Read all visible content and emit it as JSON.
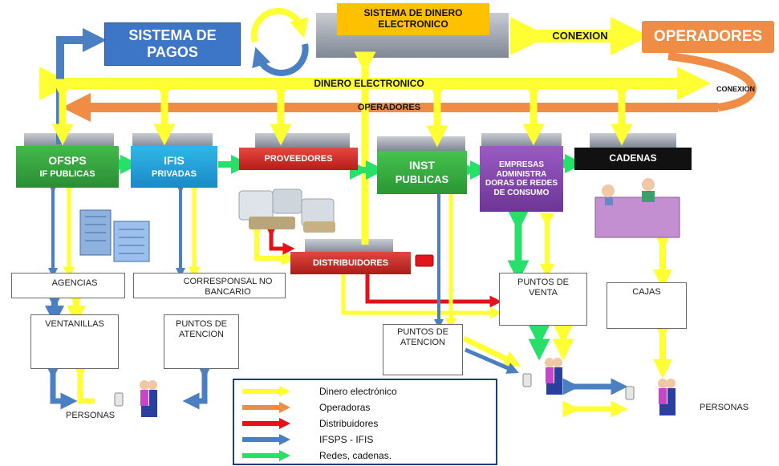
{
  "colors": {
    "dinero": "#ffff33",
    "operadoras": "#ef8c46",
    "distribuidores": "#e8111a",
    "ifsps": "#4a7fc1",
    "redes": "#27e06a"
  },
  "top": {
    "sistema_dinero": "SISTEMA DE DINERO ELECTRONICO",
    "sistema_pagos": "SISTEMA DE PAGOS",
    "conexion": "CONEXION",
    "operadores": "OPERADORES"
  },
  "bands": {
    "dinero_electronico": "DINERO ELECTRONICO",
    "conexion_right": "CONEXION",
    "operadores_band": "OPERADORES"
  },
  "entities": {
    "ofsps_line1": "OFSPS",
    "ofsps_line2": "IF PUBLICAS",
    "ifis_line1": "IFIS",
    "ifis_line2": "PRIVADAS",
    "proveedores": "PROVEEDORES",
    "inst_line1": "INST",
    "inst_line2": "PUBLICAS",
    "empresas": "EMPRESAS ADMINISTRA DORAS DE REDES DE CONSUMO",
    "cadenas": "CADENAS",
    "distribuidores": "DISTRIBUIDORES"
  },
  "points": {
    "agencias": "AGENCIAS",
    "corresponsal": "CORRESPONSAL NO BANCARIO",
    "ventanillas": "VENTANILLAS",
    "puntos_atencion_1": "PUNTOS DE ATENCION",
    "puntos_atencion_2": "PUNTOS DE ATENCION",
    "puntos_venta": "PUNTOS DE VENTA",
    "cajas": "CAJAS",
    "personas_left": "PERSONAS",
    "personas_right": "PERSONAS"
  },
  "legend": [
    {
      "label": "Dinero electrónico",
      "color": "#ffff33"
    },
    {
      "label": "Operadoras",
      "color": "#ef8c46"
    },
    {
      "label": "Distribuidores",
      "color": "#e8111a"
    },
    {
      "label": "IFSPS - IFIS",
      "color": "#4a7fc1"
    },
    {
      "label": "Redes, cadenas.",
      "color": "#27e06a"
    }
  ]
}
